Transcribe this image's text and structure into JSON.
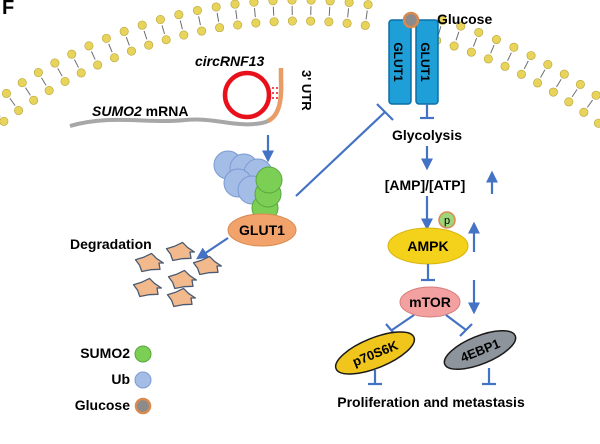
{
  "panel_letter": "F",
  "labels": {
    "glucose_top": "Glucose",
    "glut1_left": "GLUT1",
    "glut1_right": "GLUT1",
    "circrna": "circRNF13",
    "utr": "3' UTR",
    "sumo2_italic": "SUMO2",
    "mrna": " mRNA",
    "glycolysis": "Glycolysis",
    "amp_atp": "[AMP]/[ATP]",
    "p_badge": "p",
    "ampk": "AMPK",
    "mtor": "mTOR",
    "p70s6k": "p70S6K",
    "ebp1": "4EBP1",
    "glut1_complex": "GLUT1",
    "degradation": "Degradation",
    "proliferation": "Proliferation and metastasis"
  },
  "legend": [
    {
      "label": "SUMO2",
      "color": "#7ccf55",
      "stroke": "#5aa63c"
    },
    {
      "label": "Ub",
      "color": "#a4bde6",
      "stroke": "#7b9bd2"
    },
    {
      "label": "Glucose",
      "color": "#8b8b8b",
      "stroke": "#d98a4f"
    }
  ],
  "colors": {
    "arrow": "#4472c4",
    "lipid_head": "#e8d45a",
    "glut1": "#1e9fd8",
    "ampk": "#f4d11a",
    "mtor": "#f2a0a0",
    "p70s6k": "#f0c51c",
    "ebp1": "#8d949b",
    "glut1_complex": "#f2a26b",
    "degradation": "#f2b98d"
  }
}
